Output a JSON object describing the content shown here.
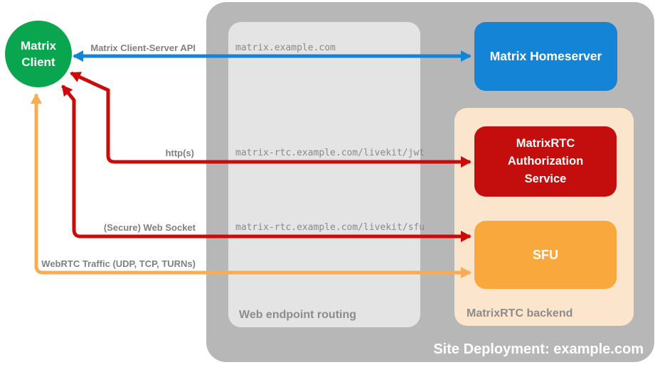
{
  "colors": {
    "green": "#0AA64F",
    "blue": "#1485D6",
    "red_box": "#C40D0D",
    "red_arrow": "#CC0A0A",
    "orange_box": "#F9A83E",
    "orange_arrow": "#F7AC55",
    "peach": "#FCE5CD",
    "container_gray": "#B7B7B7",
    "routing_gray": "#E4E4E4",
    "label_gray": "#808080",
    "url_gray": "#8A8A8A",
    "box_label_gray": "#8C8C8C"
  },
  "nodes": {
    "client": {
      "label": "Matrix Client"
    },
    "homeserver": {
      "label": "Matrix Homeserver"
    },
    "auth": {
      "label": "MatrixRTC Authorization Service"
    },
    "sfu": {
      "label": "SFU"
    }
  },
  "containers": {
    "site": {
      "label": "Site Deployment: example.com"
    },
    "routing": {
      "label": "Web endpoint routing"
    },
    "backend": {
      "label": "MatrixRTC backend"
    }
  },
  "edges": {
    "cs_api": {
      "label": "Matrix Client-Server API",
      "route": "matrix.example.com"
    },
    "http": {
      "label": "http(s)",
      "route": "matrix-rtc.example.com/livekit/jwt"
    },
    "ws": {
      "label": "(Secure) Web Socket",
      "route": "matrix-rtc.example.com/livekit/sfu"
    },
    "webrtc": {
      "label": "WebRTC Traffic (UDP, TCP, TURNs)"
    }
  }
}
